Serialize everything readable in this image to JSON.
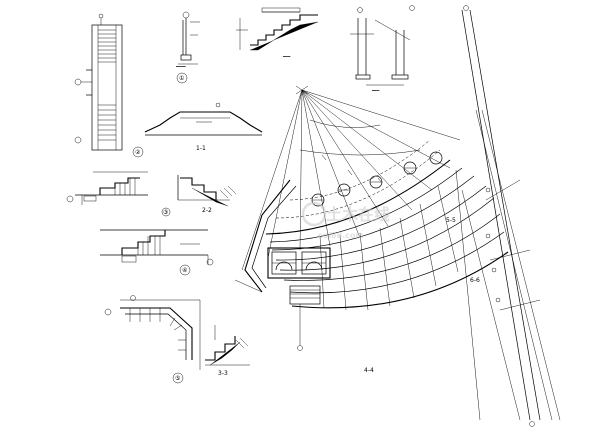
{
  "drawing": {
    "section_marks": {
      "s1": "1-1",
      "s2": "2-2",
      "s3": "3-3",
      "s4": "4-4",
      "s5": "5-5",
      "s6": "6-6"
    },
    "circle_labels": {
      "c1": "①",
      "c2": "②",
      "c3": "③",
      "c4": "④",
      "c5": "⑤"
    },
    "watermark": {
      "main": "土木在线",
      "sub": "coi88.com"
    }
  },
  "colors": {
    "line": "#000000",
    "background": "#ffffff",
    "watermark": "#c8c8c8"
  }
}
